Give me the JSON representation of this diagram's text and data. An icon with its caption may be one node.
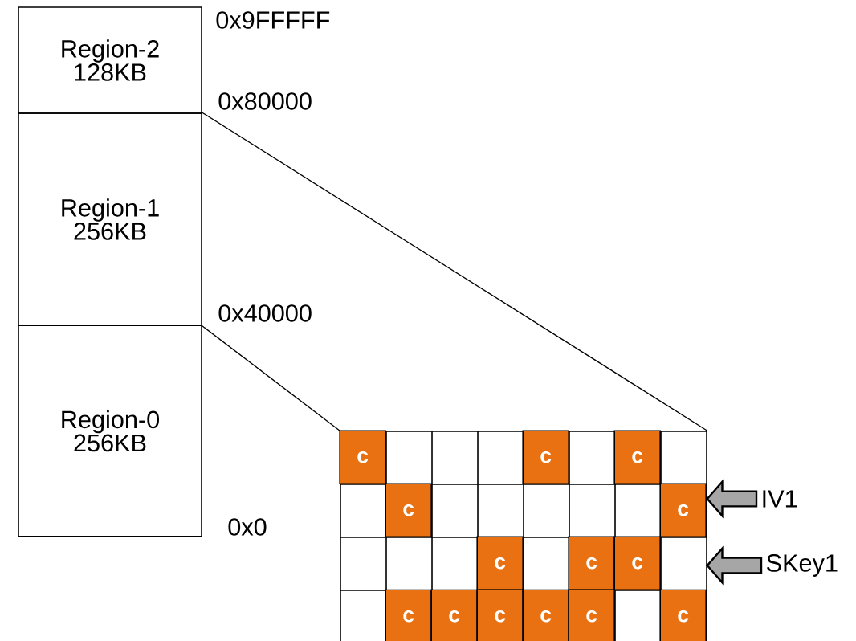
{
  "diagram": {
    "nodes": [
      {
        "text": [
          "Region-2 128KB"
        ]
      },
      {
        "text": [
          "Region-1 256KB"
        ]
      },
      {
        "text": [
          "Region-0 256KB"
        ]
      },
      {
        "text": [],
        "shape": "box"
      },
      {
        "text": [
          "c"
        ],
        "in": 3
      },
      {
        "text": [
          "c"
        ],
        "in": 3
      },
      {
        "text": [
          "c"
        ],
        "in": 3
      },
      {
        "text": [
          "c"
        ],
        "in": 3
      },
      {
        "text": [
          "c"
        ],
        "in": 3
      },
      {
        "text": [
          "c"
        ],
        "in": 3
      },
      {
        "text": [
          "c"
        ],
        "in": 3
      },
      {
        "text": [
          "c"
        ],
        "in": 3
      },
      {
        "text": [
          "c"
        ],
        "in": 3
      },
      {
        "text": [
          "c"
        ],
        "in": 3
      },
      {
        "text": [
          "c"
        ],
        "in": 3
      },
      {
        "text": [
          "c"
        ],
        "in": 3
      },
      {
        "text": [
          "c"
        ],
        "in": 3
      },
      {
        "text": [
          "c"
        ],
        "in": 3
      },
      {
        "text": [
          "IV1"
        ]
      },
      {
        "text": [
          "SKey1"
        ]
      }
    ],
    "edges": [
      {
        "from": 1,
        "to": 3,
        "arrow": "none"
      },
      {
        "from": 1,
        "to": 3,
        "arrow": "none"
      },
      {
        "from": 18,
        "to": 3,
        "arrow": "to",
        "style": "thick",
        "color": "#a6a6a6"
      },
      {
        "from": 19,
        "to": 3,
        "arrow": "to",
        "style": "thick",
        "color": "#a6a6a6"
      }
    ],
    "labels": [
      "0x9FFFFF",
      "0x80000",
      "0x40000",
      "0x0"
    ]
  }
}
